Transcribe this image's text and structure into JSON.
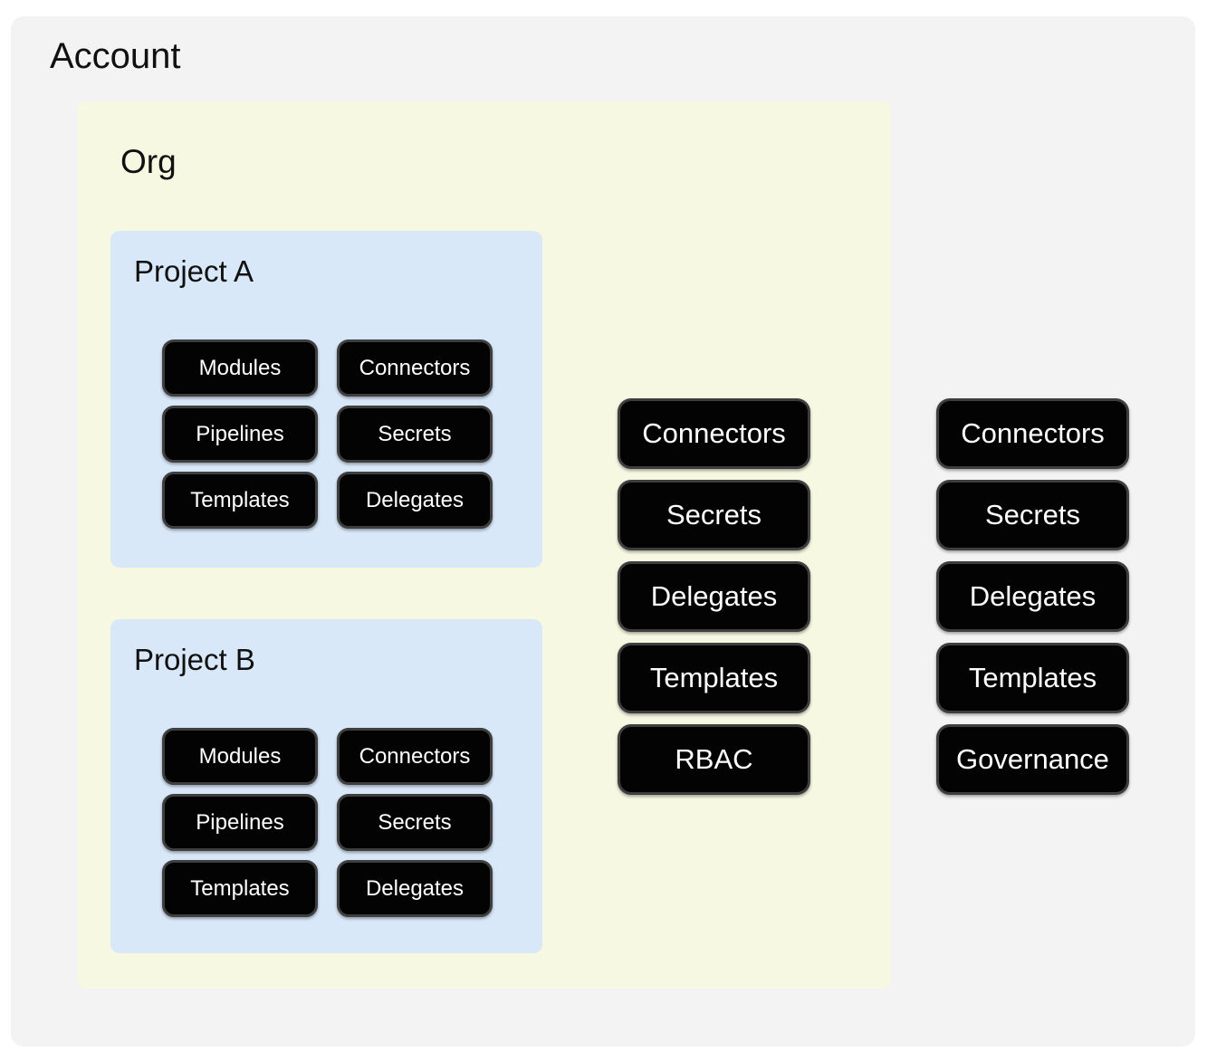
{
  "account": {
    "title": "Account",
    "resources": [
      "Connectors",
      "Secrets",
      "Delegates",
      "Templates",
      "Governance"
    ],
    "org": {
      "title": "Org",
      "resources": [
        "Connectors",
        "Secrets",
        "Delegates",
        "Templates",
        "RBAC"
      ],
      "projects": [
        {
          "title": "Project A",
          "resources": [
            "Modules",
            "Connectors",
            "Pipelines",
            "Secrets",
            "Templates",
            "Delegates"
          ]
        },
        {
          "title": "Project B",
          "resources": [
            "Modules",
            "Connectors",
            "Pipelines",
            "Secrets",
            "Templates",
            "Delegates"
          ]
        }
      ]
    }
  },
  "colors": {
    "page_bg": "#ffffff",
    "account_bg": "#f3f3f3",
    "org_bg": "#f7f8e2",
    "project_bg": "#d9e8f9",
    "node_bg": "#030303",
    "node_border": "#3e3e3e",
    "node_text": "#ffffff",
    "title_text": "#111111"
  }
}
